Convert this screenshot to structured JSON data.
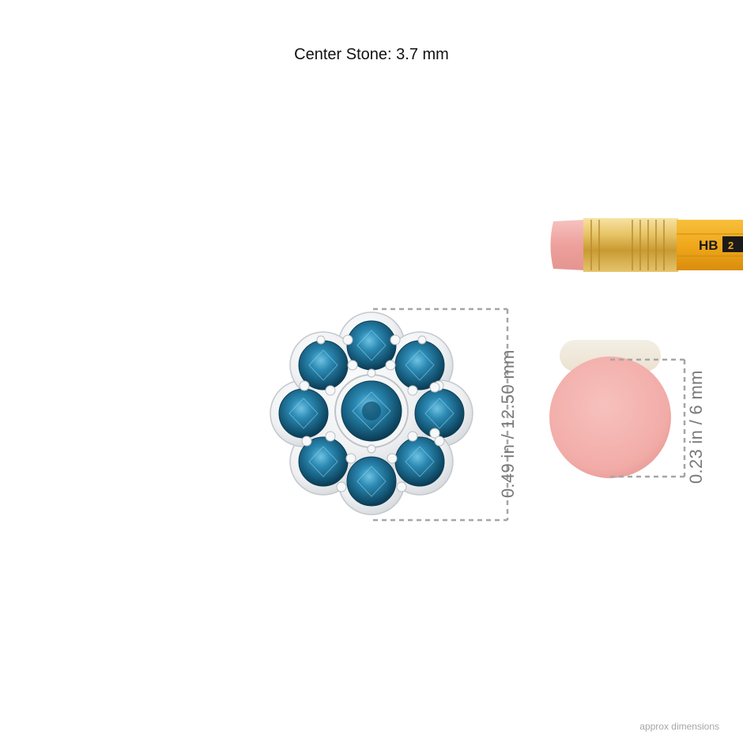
{
  "title": "Center Stone: 3.7 mm",
  "footer": "approx dimensions",
  "pendant": {
    "dimension_label": "0.49 in / 12.50 mm",
    "metal": "white gold",
    "stone_color": "#1f6f93",
    "outer_stone_count": 8,
    "center_stone_count": 1
  },
  "eraser": {
    "dimension_label": "0.23 in / 6 mm",
    "color": "#f3b0ad"
  },
  "pencil": {
    "grade": "HB",
    "number": "2",
    "body_color": "#f1a81c",
    "ferrule_color": "#d8b04a"
  }
}
